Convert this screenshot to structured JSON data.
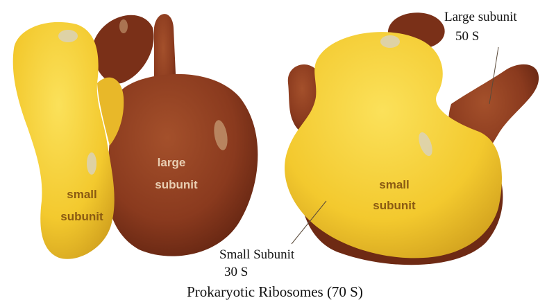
{
  "caption": "Prokaryotic Ribosomes (70 S)",
  "left_view": {
    "large_subunit_label_line1": "large",
    "large_subunit_label_line2": "subunit",
    "small_subunit_label_line1": "small",
    "small_subunit_label_line2": "subunit"
  },
  "right_view": {
    "small_subunit_label_line1": "small",
    "small_subunit_label_line2": "subunit",
    "callout_large_name": "Large subunit",
    "callout_large_value": "50 S",
    "callout_small_name": "Small Subunit",
    "callout_small_value": "30 S"
  },
  "colors": {
    "large_subunit": "#8a3a1e",
    "large_subunit_shadow": "#5e2210",
    "small_subunit": "#f3c92e",
    "small_subunit_shadow": "#c9971a",
    "highlight": "#c9c4b4"
  }
}
